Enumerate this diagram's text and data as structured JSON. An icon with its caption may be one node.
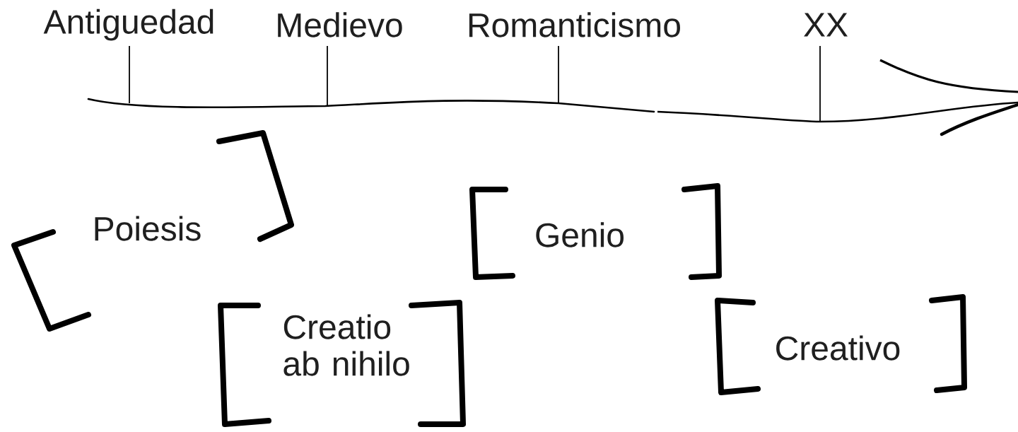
{
  "diagram": {
    "nodes": [
      {
        "text": [
          "Poiesis"
        ]
      },
      {
        "text": [
          "Creatio ab nihilo"
        ]
      },
      {
        "text": [
          "Genio"
        ]
      },
      {
        "text": [
          "Creativo"
        ]
      }
    ],
    "labels": [
      "Antiguedad",
      "Medievo",
      "Romanticismo",
      "XX"
    ]
  }
}
